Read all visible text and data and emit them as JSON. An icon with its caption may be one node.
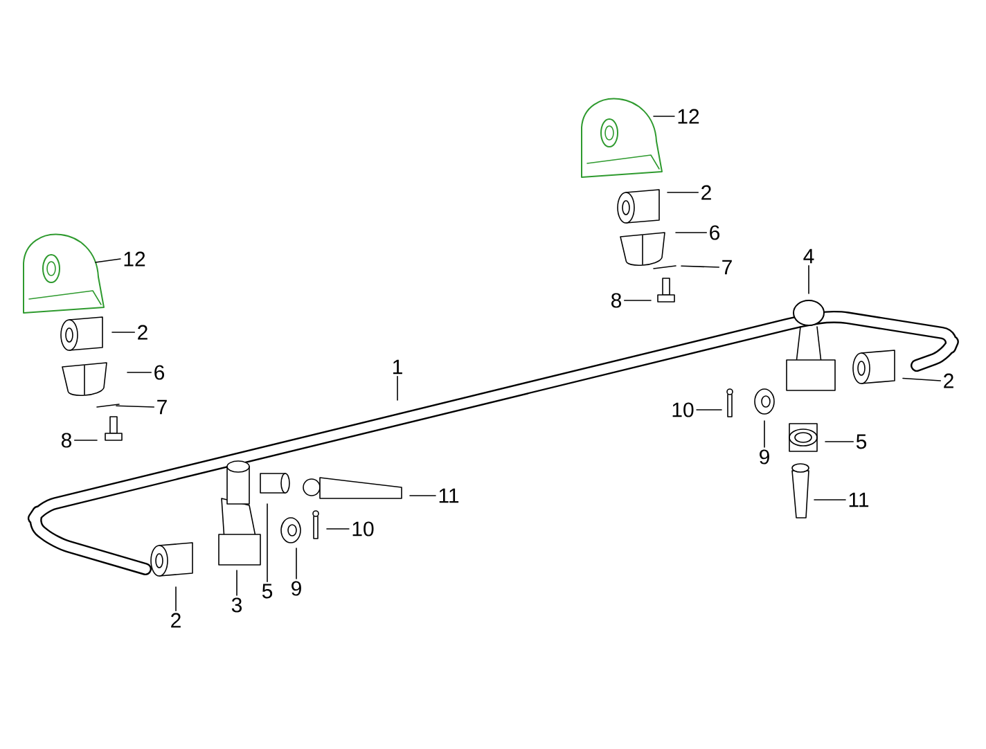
{
  "diagram": {
    "nodes": [
      {
        "text": [
          "12"
        ]
      },
      {
        "text": [
          "2"
        ]
      },
      {
        "text": [
          "6"
        ]
      },
      {
        "text": [
          "7"
        ]
      },
      {
        "text": [
          "8"
        ]
      },
      {
        "text": [
          "1"
        ]
      },
      {
        "text": [
          "11"
        ]
      },
      {
        "text": [
          "10"
        ]
      },
      {
        "text": [
          "2"
        ]
      },
      {
        "text": [
          "3"
        ]
      },
      {
        "text": [
          "5"
        ]
      },
      {
        "text": [
          "9"
        ]
      },
      {
        "text": [
          "12"
        ]
      },
      {
        "text": [
          "2"
        ]
      },
      {
        "text": [
          "6"
        ]
      },
      {
        "text": [
          "7"
        ]
      },
      {
        "text": [
          "8"
        ]
      },
      {
        "text": [
          "4"
        ]
      },
      {
        "text": [
          "2"
        ]
      },
      {
        "text": [
          "10"
        ]
      },
      {
        "text": [
          "5"
        ]
      },
      {
        "text": [
          "9"
        ]
      },
      {
        "text": [
          "11"
        ]
      }
    ],
    "edges": [
      {
        "from": 0,
        "to": null,
        "arrow": "none"
      },
      {
        "from": 1,
        "to": null,
        "arrow": "none"
      },
      {
        "from": 2,
        "to": null,
        "arrow": "none"
      },
      {
        "from": 3,
        "to": null,
        "arrow": "none"
      },
      {
        "from": 4,
        "to": null,
        "arrow": "none"
      },
      {
        "from": 5,
        "to": null,
        "arrow": "none"
      },
      {
        "from": 6,
        "to": null,
        "arrow": "none"
      },
      {
        "from": 7,
        "to": null,
        "arrow": "none"
      },
      {
        "from": 8,
        "to": null,
        "arrow": "none"
      },
      {
        "from": 9,
        "to": null,
        "arrow": "none"
      },
      {
        "from": 10,
        "to": null,
        "arrow": "none"
      },
      {
        "from": 11,
        "to": null,
        "arrow": "none"
      },
      {
        "from": 12,
        "to": null,
        "arrow": "none"
      },
      {
        "from": 13,
        "to": null,
        "arrow": "none"
      },
      {
        "from": 14,
        "to": null,
        "arrow": "none"
      },
      {
        "from": 15,
        "to": null,
        "arrow": "none"
      },
      {
        "from": 16,
        "to": null,
        "arrow": "none"
      },
      {
        "from": 17,
        "to": null,
        "arrow": "none"
      },
      {
        "from": 18,
        "to": null,
        "arrow": "none"
      },
      {
        "from": 19,
        "to": null,
        "arrow": "none"
      },
      {
        "from": 20,
        "to": null,
        "arrow": "none"
      },
      {
        "from": 21,
        "to": null,
        "arrow": "none"
      },
      {
        "from": 22,
        "to": null,
        "arrow": "none"
      }
    ]
  }
}
